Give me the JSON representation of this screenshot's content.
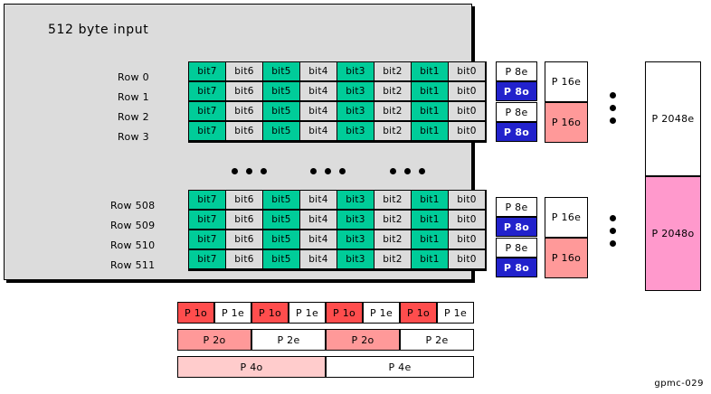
{
  "figure": {
    "id_label": "gpmc-029",
    "title": "512 byte input"
  },
  "colors": {
    "odd_bit": "#00cc99",
    "even_bit": "#dcdcdc",
    "p8o": "#2222cc",
    "p16o": "#ff9999",
    "p2048o": "#ff99cc",
    "p1o": "#ff4d4d",
    "p2o": "#ff9999",
    "p4o": "#ffcccc",
    "panel_bg": "#dcdcdc",
    "white": "#ffffff",
    "outline": "#000000"
  },
  "bit_columns": [
    {
      "label": "bit7",
      "parity": "odd"
    },
    {
      "label": "bit6",
      "parity": "even"
    },
    {
      "label": "bit5",
      "parity": "odd"
    },
    {
      "label": "bit4",
      "parity": "even"
    },
    {
      "label": "bit3",
      "parity": "odd"
    },
    {
      "label": "bit2",
      "parity": "even"
    },
    {
      "label": "bit1",
      "parity": "odd"
    },
    {
      "label": "bit0",
      "parity": "even"
    }
  ],
  "top_rows": [
    {
      "label": "Row 0"
    },
    {
      "label": "Row 1"
    },
    {
      "label": "Row 2"
    },
    {
      "label": "Row 3"
    }
  ],
  "bottom_rows": [
    {
      "label": "Row 508"
    },
    {
      "label": "Row 509"
    },
    {
      "label": "Row 510"
    },
    {
      "label": "Row 511"
    }
  ],
  "row_ellipsis_groups": [
    {
      "dots": 3
    },
    {
      "dots": 3
    },
    {
      "dots": 3
    }
  ],
  "column_parity_top": {
    "p8_stack": [
      {
        "label": "P 8e",
        "parity": "even"
      },
      {
        "label": "P 8o",
        "parity": "odd"
      },
      {
        "label": "P 8e",
        "parity": "even"
      },
      {
        "label": "P 8o",
        "parity": "odd"
      }
    ],
    "p16_stack": [
      {
        "label": "P 16e",
        "parity": "even"
      },
      {
        "label": "P 16o",
        "parity": "odd"
      }
    ],
    "ellipsis_dots": 3
  },
  "column_parity_bottom": {
    "p8_stack": [
      {
        "label": "P 8e",
        "parity": "even"
      },
      {
        "label": "P 8o",
        "parity": "odd"
      },
      {
        "label": "P 8e",
        "parity": "even"
      },
      {
        "label": "P 8o",
        "parity": "odd"
      }
    ],
    "p16_stack": [
      {
        "label": "P 16e",
        "parity": "even"
      },
      {
        "label": "P 16o",
        "parity": "odd"
      }
    ],
    "ellipsis_dots": 3
  },
  "p2048_stack": [
    {
      "label": "P 2048e",
      "parity": "even"
    },
    {
      "label": "P 2048o",
      "parity": "odd"
    }
  ],
  "row_parity": {
    "p1": [
      {
        "label": "P 1o",
        "parity": "odd"
      },
      {
        "label": "P 1e",
        "parity": "even"
      },
      {
        "label": "P 1o",
        "parity": "odd"
      },
      {
        "label": "P 1e",
        "parity": "even"
      },
      {
        "label": "P 1o",
        "parity": "odd"
      },
      {
        "label": "P 1e",
        "parity": "even"
      },
      {
        "label": "P 1o",
        "parity": "odd"
      },
      {
        "label": "P 1e",
        "parity": "even"
      }
    ],
    "p2": [
      {
        "label": "P 2o",
        "parity": "odd"
      },
      {
        "label": "P 2e",
        "parity": "even"
      },
      {
        "label": "P 2o",
        "parity": "odd"
      },
      {
        "label": "P 2e",
        "parity": "even"
      }
    ],
    "p4": [
      {
        "label": "P 4o",
        "parity": "odd"
      },
      {
        "label": "P 4e",
        "parity": "even"
      }
    ]
  }
}
